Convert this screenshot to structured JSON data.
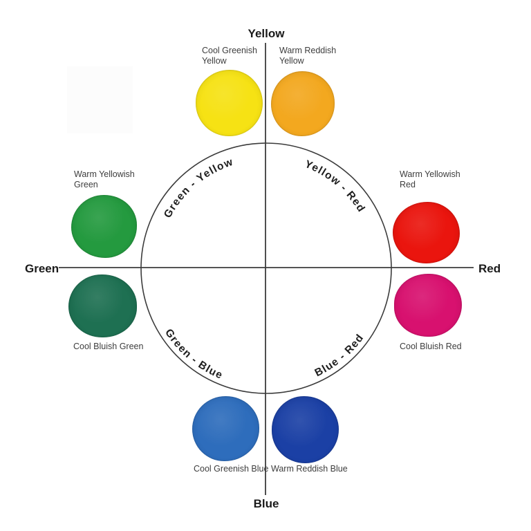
{
  "diagram": {
    "axes": {
      "top": "Yellow",
      "right": "Red",
      "bottom": "Blue",
      "left": "Green"
    },
    "quadrants": {
      "top_left": "Green - Yellow",
      "top_right": "Yellow - Red",
      "bottom_left": "Green - Blue",
      "bottom_right": "Blue - Red"
    },
    "swatches": {
      "cool_greenish_yellow": {
        "label": "Cool Greenish\nYellow",
        "color": "#F6E214"
      },
      "warm_reddish_yellow": {
        "label": "Warm Reddish\nYellow",
        "color": "#F3A81F"
      },
      "warm_yellowish_green": {
        "label": "Warm Yellowish\nGreen",
        "color": "#249A3F"
      },
      "warm_yellowish_red": {
        "label": "Warm Yellowish\nRed",
        "color": "#EA150E"
      },
      "cool_bluish_green": {
        "label": "Cool Bluish Green",
        "color": "#1E7052"
      },
      "cool_bluish_red": {
        "label": "Cool Bluish Red",
        "color": "#D8116F"
      },
      "cool_greenish_blue": {
        "label": "Cool Greenish Blue",
        "color": "#2E6DBC"
      },
      "warm_reddish_blue": {
        "label": "Warm Reddish Blue",
        "color": "#1B40A5"
      }
    },
    "colors": {
      "line": "#3b3b3b",
      "axis_text": "#1a1a1a",
      "label_text": "#3d3d3d",
      "background": "#ffffff"
    }
  }
}
